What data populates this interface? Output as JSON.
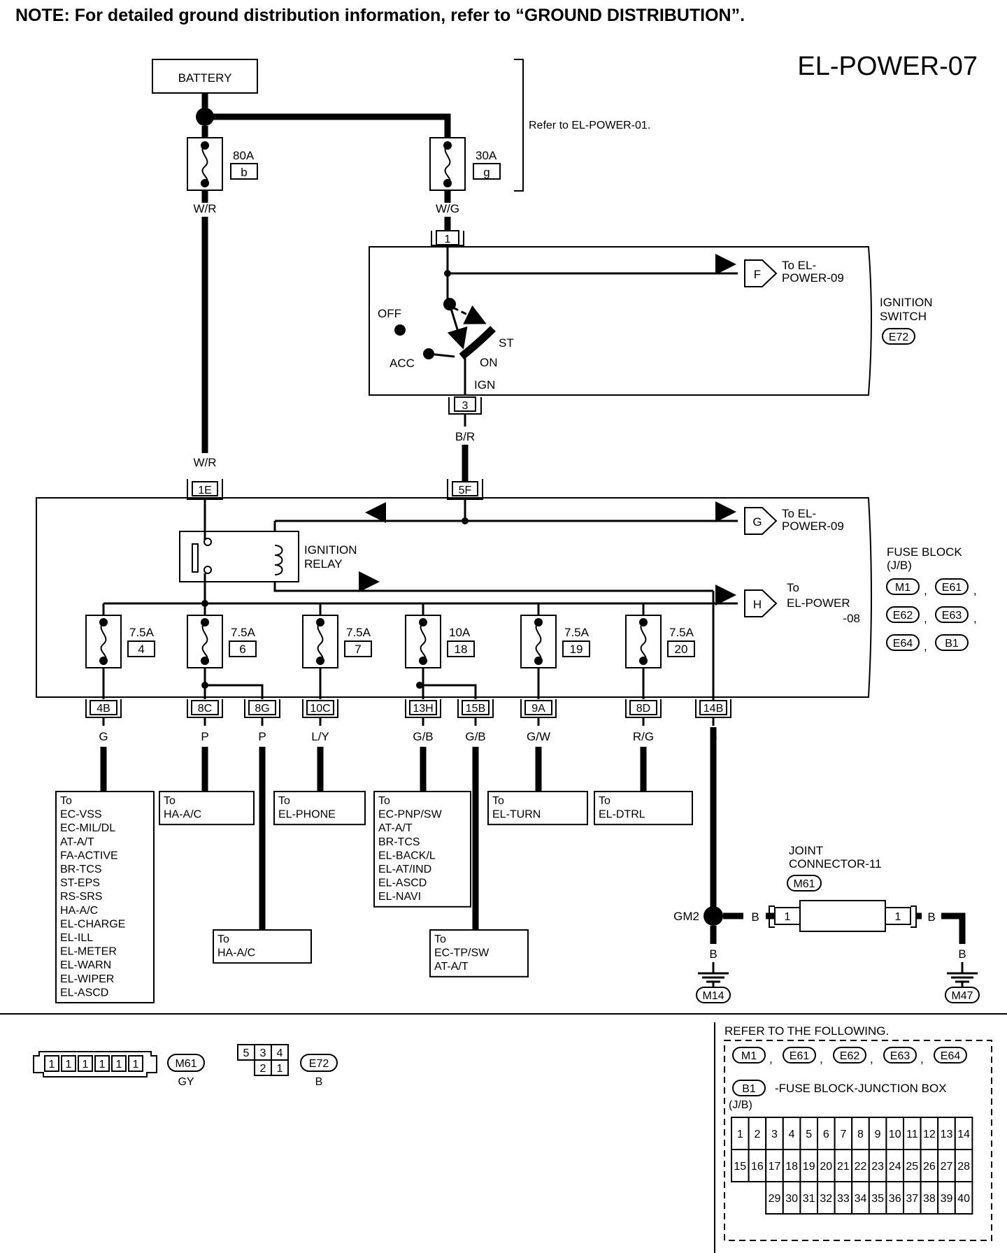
{
  "note": "NOTE: For detailed ground distribution information, refer to “GROUND DISTRIBUTION”.",
  "page_id": "EL-POWER-07",
  "battery": "BATTERY",
  "refer_note": "Refer to EL-POWER-01.",
  "main_fuses": [
    {
      "amps": "80A",
      "id": "b",
      "wire": "W/R"
    },
    {
      "amps": "30A",
      "id": "g",
      "wire": "W/G"
    }
  ],
  "ignition_switch": {
    "label_line1": "IGNITION",
    "label_line2": "SWITCH",
    "connector": "E72",
    "terminal_in": "1",
    "terminal_out": "3",
    "positions": [
      "OFF",
      "ACC",
      "ON",
      "ST"
    ],
    "ign_label": "IGN",
    "out_wire": "B/R",
    "to_f": {
      "letter": "F",
      "line1": "To EL-",
      "line2": "POWER-09"
    }
  },
  "fuse_block": {
    "label_line1": "FUSE BLOCK",
    "label_line2": "(J/B)",
    "connectors": [
      "M1",
      "E61",
      "E62",
      "E63",
      "E64",
      "B1"
    ],
    "relay_line1": "IGNITION",
    "relay_line2": "RELAY",
    "in_terminals": [
      "1E",
      "5F"
    ],
    "in_wire": "W/R",
    "to_g": {
      "letter": "G",
      "line1": "To EL-",
      "line2": "POWER-09"
    },
    "to_h": {
      "letter": "H",
      "line1": "To",
      "line2": "EL-POWER",
      "line3": "-08"
    },
    "fuses": [
      {
        "amps": "7.5A",
        "num": "4"
      },
      {
        "amps": "7.5A",
        "num": "6"
      },
      {
        "amps": "7.5A",
        "num": "7"
      },
      {
        "amps": "10A",
        "num": "18"
      },
      {
        "amps": "7.5A",
        "num": "19"
      },
      {
        "amps": "7.5A",
        "num": "20"
      }
    ],
    "out_terminals": [
      {
        "term": "4B",
        "wire": "G"
      },
      {
        "term": "8C",
        "wire": "P"
      },
      {
        "term": "8G",
        "wire": "P"
      },
      {
        "term": "10C",
        "wire": "L/Y"
      },
      {
        "term": "13H",
        "wire": "G/B"
      },
      {
        "term": "15B",
        "wire": "G/B"
      },
      {
        "term": "9A",
        "wire": "G/W"
      },
      {
        "term": "8D",
        "wire": "R/G"
      },
      {
        "term": "14B",
        "wire": "B"
      }
    ]
  },
  "destinations": {
    "d4b": [
      "To",
      "EC-VSS",
      "EC-MIL/DL",
      "AT-A/T",
      "FA-ACTIVE",
      "BR-TCS",
      "ST-EPS",
      "RS-SRS",
      "HA-A/C",
      "EL-CHARGE",
      "EL-ILL",
      "EL-METER",
      "EL-WARN",
      "EL-WIPER",
      "EL-ASCD"
    ],
    "d8c": [
      "To",
      "HA-A/C"
    ],
    "d8g": [
      "To",
      "HA-A/C"
    ],
    "d10c": [
      "To",
      "EL-PHONE"
    ],
    "d13h": [
      "To",
      "EC-PNP/SW",
      "AT-A/T",
      "BR-TCS",
      "EL-BACK/L",
      "EL-AT/IND",
      "EL-ASCD",
      "EL-NAVI"
    ],
    "d15b": [
      "To",
      "EC-TP/SW",
      "AT-A/T"
    ],
    "d9a": [
      "To",
      "EL-TURN"
    ],
    "d8d": [
      "To",
      "EL-DTRL"
    ]
  },
  "ground": {
    "gm2": "GM2",
    "joint_line1": "JOINT",
    "joint_line2": "CONNECTOR-11",
    "joint_conn": "M61",
    "pin_left": "1",
    "pin_right": "1",
    "wire": "B",
    "m14": "M14",
    "m47": "M47"
  },
  "connector_views": {
    "m61": {
      "id": "M61",
      "color": "GY",
      "pins": [
        "1",
        "1",
        "1",
        "1",
        "1",
        "1"
      ]
    },
    "e72": {
      "id": "E72",
      "color": "B",
      "top": [
        "5",
        "3",
        "4"
      ],
      "bottom": [
        "2",
        "1"
      ]
    }
  },
  "refer_box": {
    "title": "REFER TO THE FOLLOWING.",
    "connectors": [
      "M1",
      "E61",
      "E62",
      "E63",
      "E64"
    ],
    "b1": "B1",
    "desc": "-FUSE BLOCK-JUNCTION BOX",
    "jb": "(J/B)",
    "row1": [
      "1",
      "2",
      "3",
      "4",
      "5",
      "6",
      "7",
      "8",
      "9",
      "10",
      "11",
      "12",
      "13",
      "14"
    ],
    "row2": [
      "15",
      "16",
      "17",
      "18",
      "19",
      "20",
      "21",
      "22",
      "23",
      "24",
      "25",
      "26",
      "27",
      "28"
    ],
    "row3": [
      "29",
      "30",
      "31",
      "32",
      "33",
      "34",
      "35",
      "36",
      "37",
      "38",
      "39",
      "40"
    ]
  },
  "colors": {
    "ink": "#000000",
    "paper": "#ffffff"
  }
}
